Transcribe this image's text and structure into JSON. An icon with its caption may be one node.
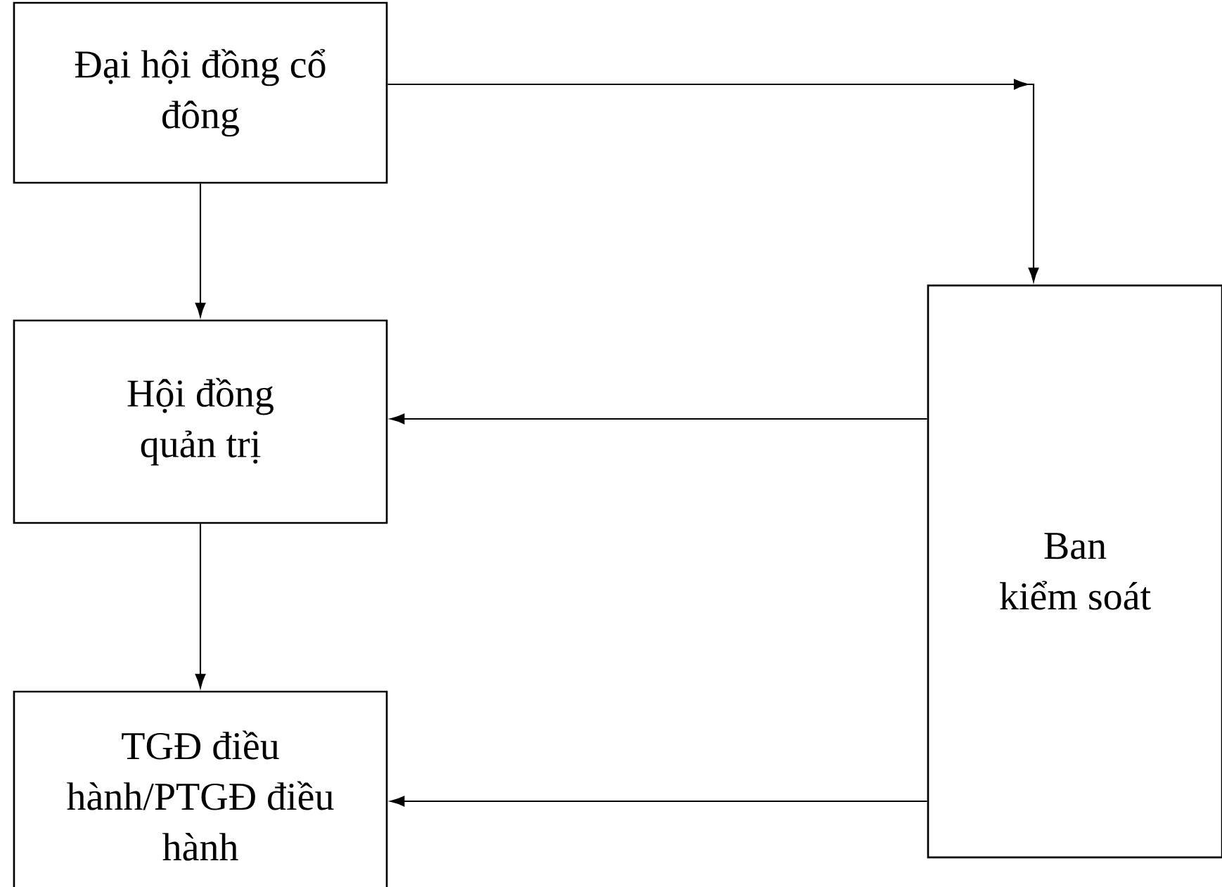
{
  "diagram": {
    "nodes": [
      {
        "text": [
          "Đại hội đồng cổ đông"
        ]
      },
      {
        "text": [
          "Hội đồng quản trị"
        ]
      },
      {
        "text": [
          "TGĐ điều hành/PTGĐ điều hành"
        ]
      },
      {
        "text": [
          "Ban kiểm soát"
        ]
      }
    ],
    "edges": [
      {
        "from": 0,
        "to": 1,
        "arrow": "to"
      },
      {
        "from": 1,
        "to": 2,
        "arrow": "to"
      },
      {
        "from": 0,
        "to": 3,
        "arrow": "to"
      },
      {
        "from": 3,
        "to": 1,
        "arrow": "to"
      },
      {
        "from": 3,
        "to": 2,
        "arrow": "to"
      }
    ]
  }
}
